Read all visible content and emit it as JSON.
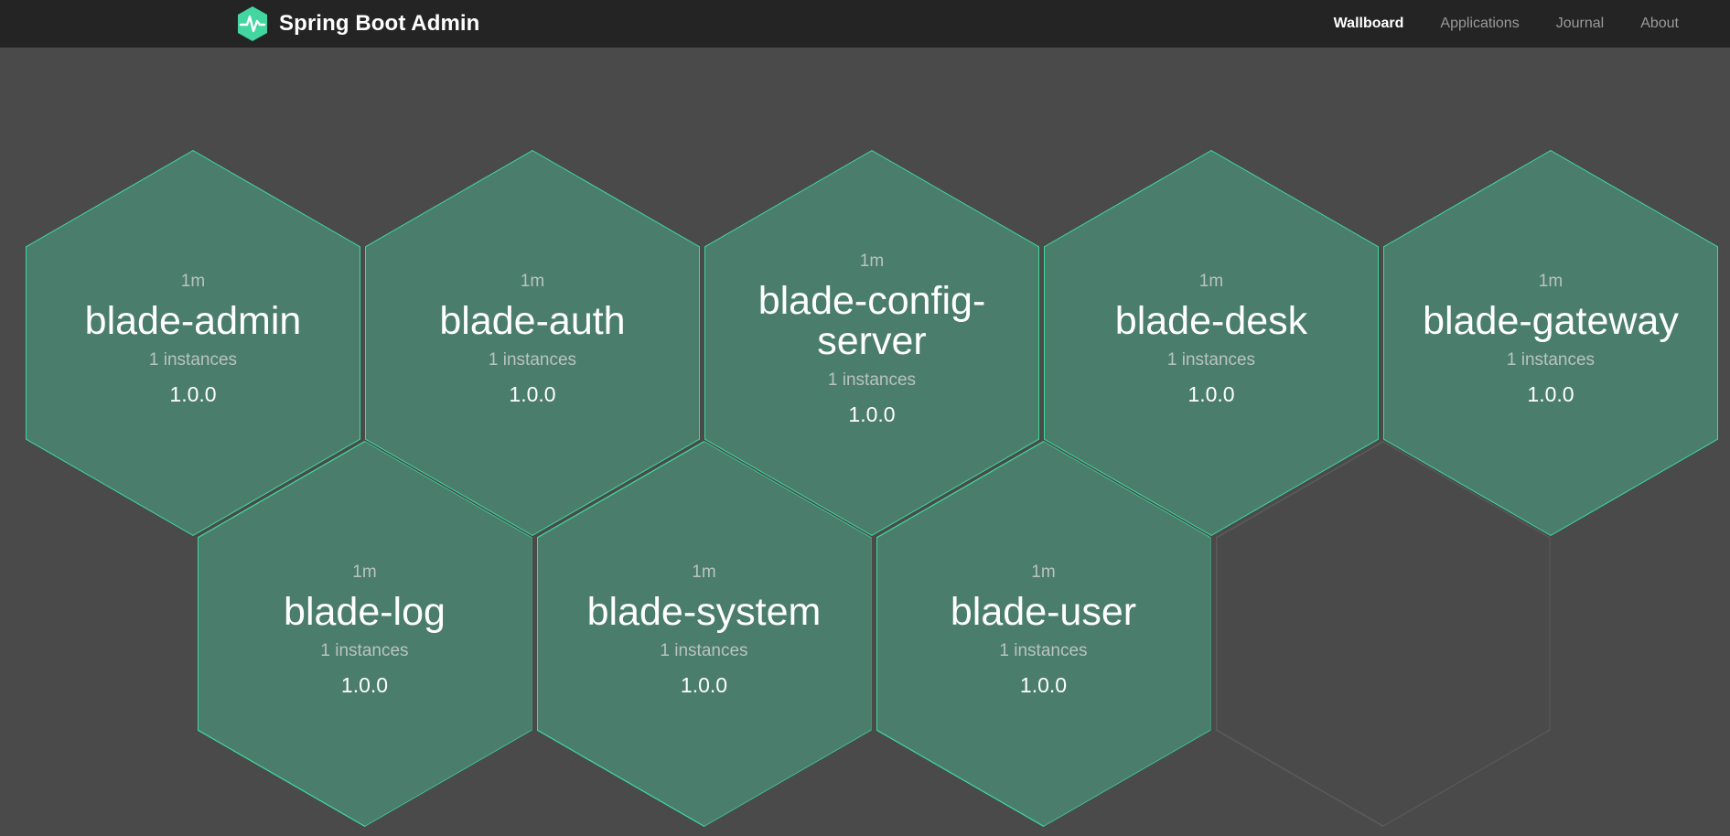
{
  "header": {
    "brand": {
      "title": "Spring Boot Admin",
      "logo_icon": "heartbeat-hexagon-logo",
      "logo_color": "#42d6a0"
    },
    "nav": [
      {
        "label": "Wallboard",
        "active": true
      },
      {
        "label": "Applications",
        "active": false
      },
      {
        "label": "Journal",
        "active": false
      },
      {
        "label": "About",
        "active": false
      }
    ]
  },
  "theme": {
    "navbar_bg": "#242424",
    "page_bg": "#4a4a4a",
    "hex_fill": "#4a7d6c",
    "hex_border": "#3ed89c",
    "empty_hex_border": "#5a5a5a",
    "text_primary": "#ffffff",
    "text_muted": "#b9c3bf",
    "nav_muted": "#9a9a9a"
  },
  "wallboard": {
    "applications": [
      {
        "uptime": "1m",
        "name": "blade-admin",
        "instances": "1 instances",
        "version": "1.0.0",
        "status": "up"
      },
      {
        "uptime": "1m",
        "name": "blade-auth",
        "instances": "1 instances",
        "version": "1.0.0",
        "status": "up"
      },
      {
        "uptime": "1m",
        "name": "blade-config-server",
        "instances": "1 instances",
        "version": "1.0.0",
        "status": "up"
      },
      {
        "uptime": "1m",
        "name": "blade-desk",
        "instances": "1 instances",
        "version": "1.0.0",
        "status": "up"
      },
      {
        "uptime": "1m",
        "name": "blade-gateway",
        "instances": "1 instances",
        "version": "1.0.0",
        "status": "up"
      },
      {
        "uptime": "1m",
        "name": "blade-log",
        "instances": "1 instances",
        "version": "1.0.0",
        "status": "up"
      },
      {
        "uptime": "1m",
        "name": "blade-system",
        "instances": "1 instances",
        "version": "1.0.0",
        "status": "up"
      },
      {
        "uptime": "1m",
        "name": "blade-user",
        "instances": "1 instances",
        "version": "1.0.0",
        "status": "up"
      }
    ],
    "placeholder_count": 1
  }
}
